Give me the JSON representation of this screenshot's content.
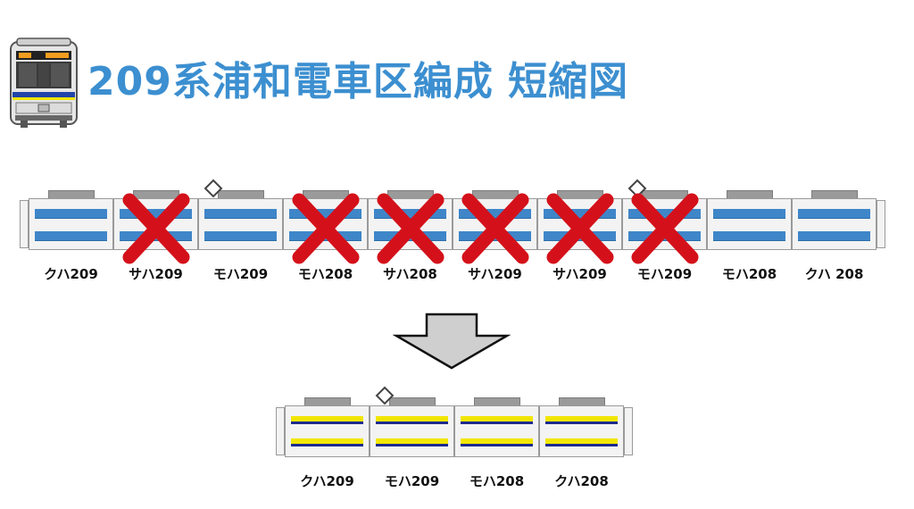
{
  "title": "209系浦和電車区編成 短縮図",
  "colors": {
    "title": "#3c8fd0",
    "stripe_blue": "#3f86c9",
    "stripe_blue_edge": "#2b6ea8",
    "stripe_yellow": "#f2e600",
    "stripe_navy": "#1c2b8f",
    "x_mark": "#d4111a",
    "car_body": "#f3f3f3",
    "vent": "#9a9a9a"
  },
  "original_formation": {
    "cars": [
      {
        "label": "クハ209",
        "removed": false,
        "pantograph": false
      },
      {
        "label": "サハ209",
        "removed": true,
        "pantograph": false
      },
      {
        "label": "モハ209",
        "removed": false,
        "pantograph": true
      },
      {
        "label": "モハ208",
        "removed": true,
        "pantograph": false
      },
      {
        "label": "サハ208",
        "removed": true,
        "pantograph": false
      },
      {
        "label": "サハ209",
        "removed": true,
        "pantograph": false
      },
      {
        "label": "サハ209",
        "removed": true,
        "pantograph": false
      },
      {
        "label": "モハ209",
        "removed": true,
        "pantograph": true
      },
      {
        "label": "モハ208",
        "removed": false,
        "pantograph": false
      },
      {
        "label": "クハ 208",
        "removed": false,
        "pantograph": false
      }
    ]
  },
  "shortened_formation": {
    "cars": [
      {
        "label": "クハ209",
        "pantograph": false
      },
      {
        "label": "モハ209",
        "pantograph": true
      },
      {
        "label": "モハ208",
        "pantograph": false
      },
      {
        "label": "クハ208",
        "pantograph": false
      }
    ]
  },
  "icons": {
    "train_front": "train-front-icon",
    "arrow": "down-arrow-icon",
    "pantograph": "pantograph-icon",
    "removed_mark": "x-mark-icon"
  }
}
